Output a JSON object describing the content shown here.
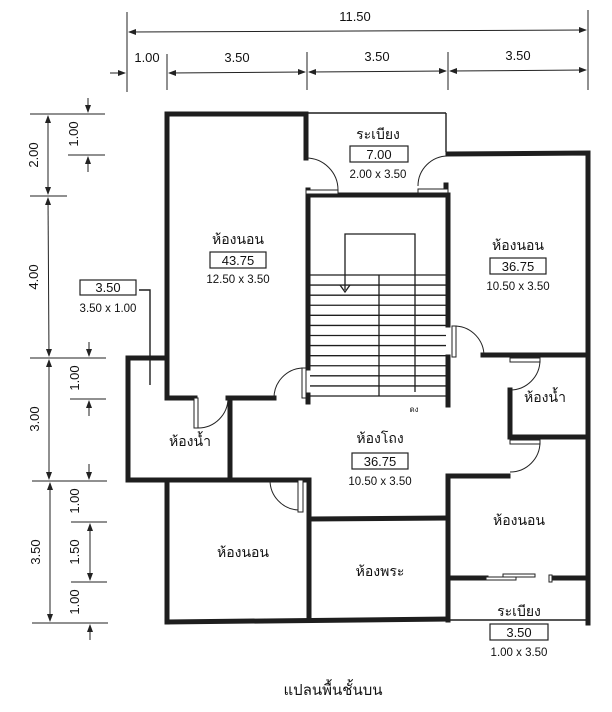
{
  "title": "แปลนพื้นชั้นบน",
  "dimensions": {
    "top_total": "11.50",
    "top_segments": [
      "1.00",
      "3.50",
      "3.50",
      "3.50"
    ],
    "left_outer": [
      "2.00",
      "4.00",
      "3.00",
      "3.50"
    ],
    "left_inner": [
      "1.00",
      "1.00",
      "1.00",
      "1.50",
      "1.00"
    ]
  },
  "rooms": {
    "balcony_top": {
      "name": "ระเบียง",
      "area": "7.00",
      "size": "2.00 x 3.50"
    },
    "bedroom_left": {
      "name": "ห้องนอน",
      "area": "43.75",
      "size": "12.50 x 3.50"
    },
    "bedroom_right": {
      "name": "ห้องนอน",
      "area": "36.75",
      "size": "10.50 x 3.50"
    },
    "bathroom_left_callout": {
      "area": "3.50",
      "size": "3.50 x 1.00"
    },
    "bathroom_left": {
      "name": "ห้องน้ำ"
    },
    "bathroom_right": {
      "name": "ห้องน้ำ"
    },
    "hall": {
      "name": "ห้องโถง",
      "area": "36.75",
      "size": "10.50 x 3.50"
    },
    "stair_label": "ดง",
    "bedroom_bottom_left": {
      "name": "ห้องนอน"
    },
    "shrine_room": {
      "name": "ห้องพระ"
    },
    "bedroom_bottom_right": {
      "name": "ห้องนอน"
    },
    "balcony_bottom": {
      "name": "ระเบียง",
      "area": "3.50",
      "size": "1.00 x 3.50"
    }
  },
  "colors": {
    "wall": "#1e1e1e",
    "paper": "#ffffff"
  }
}
